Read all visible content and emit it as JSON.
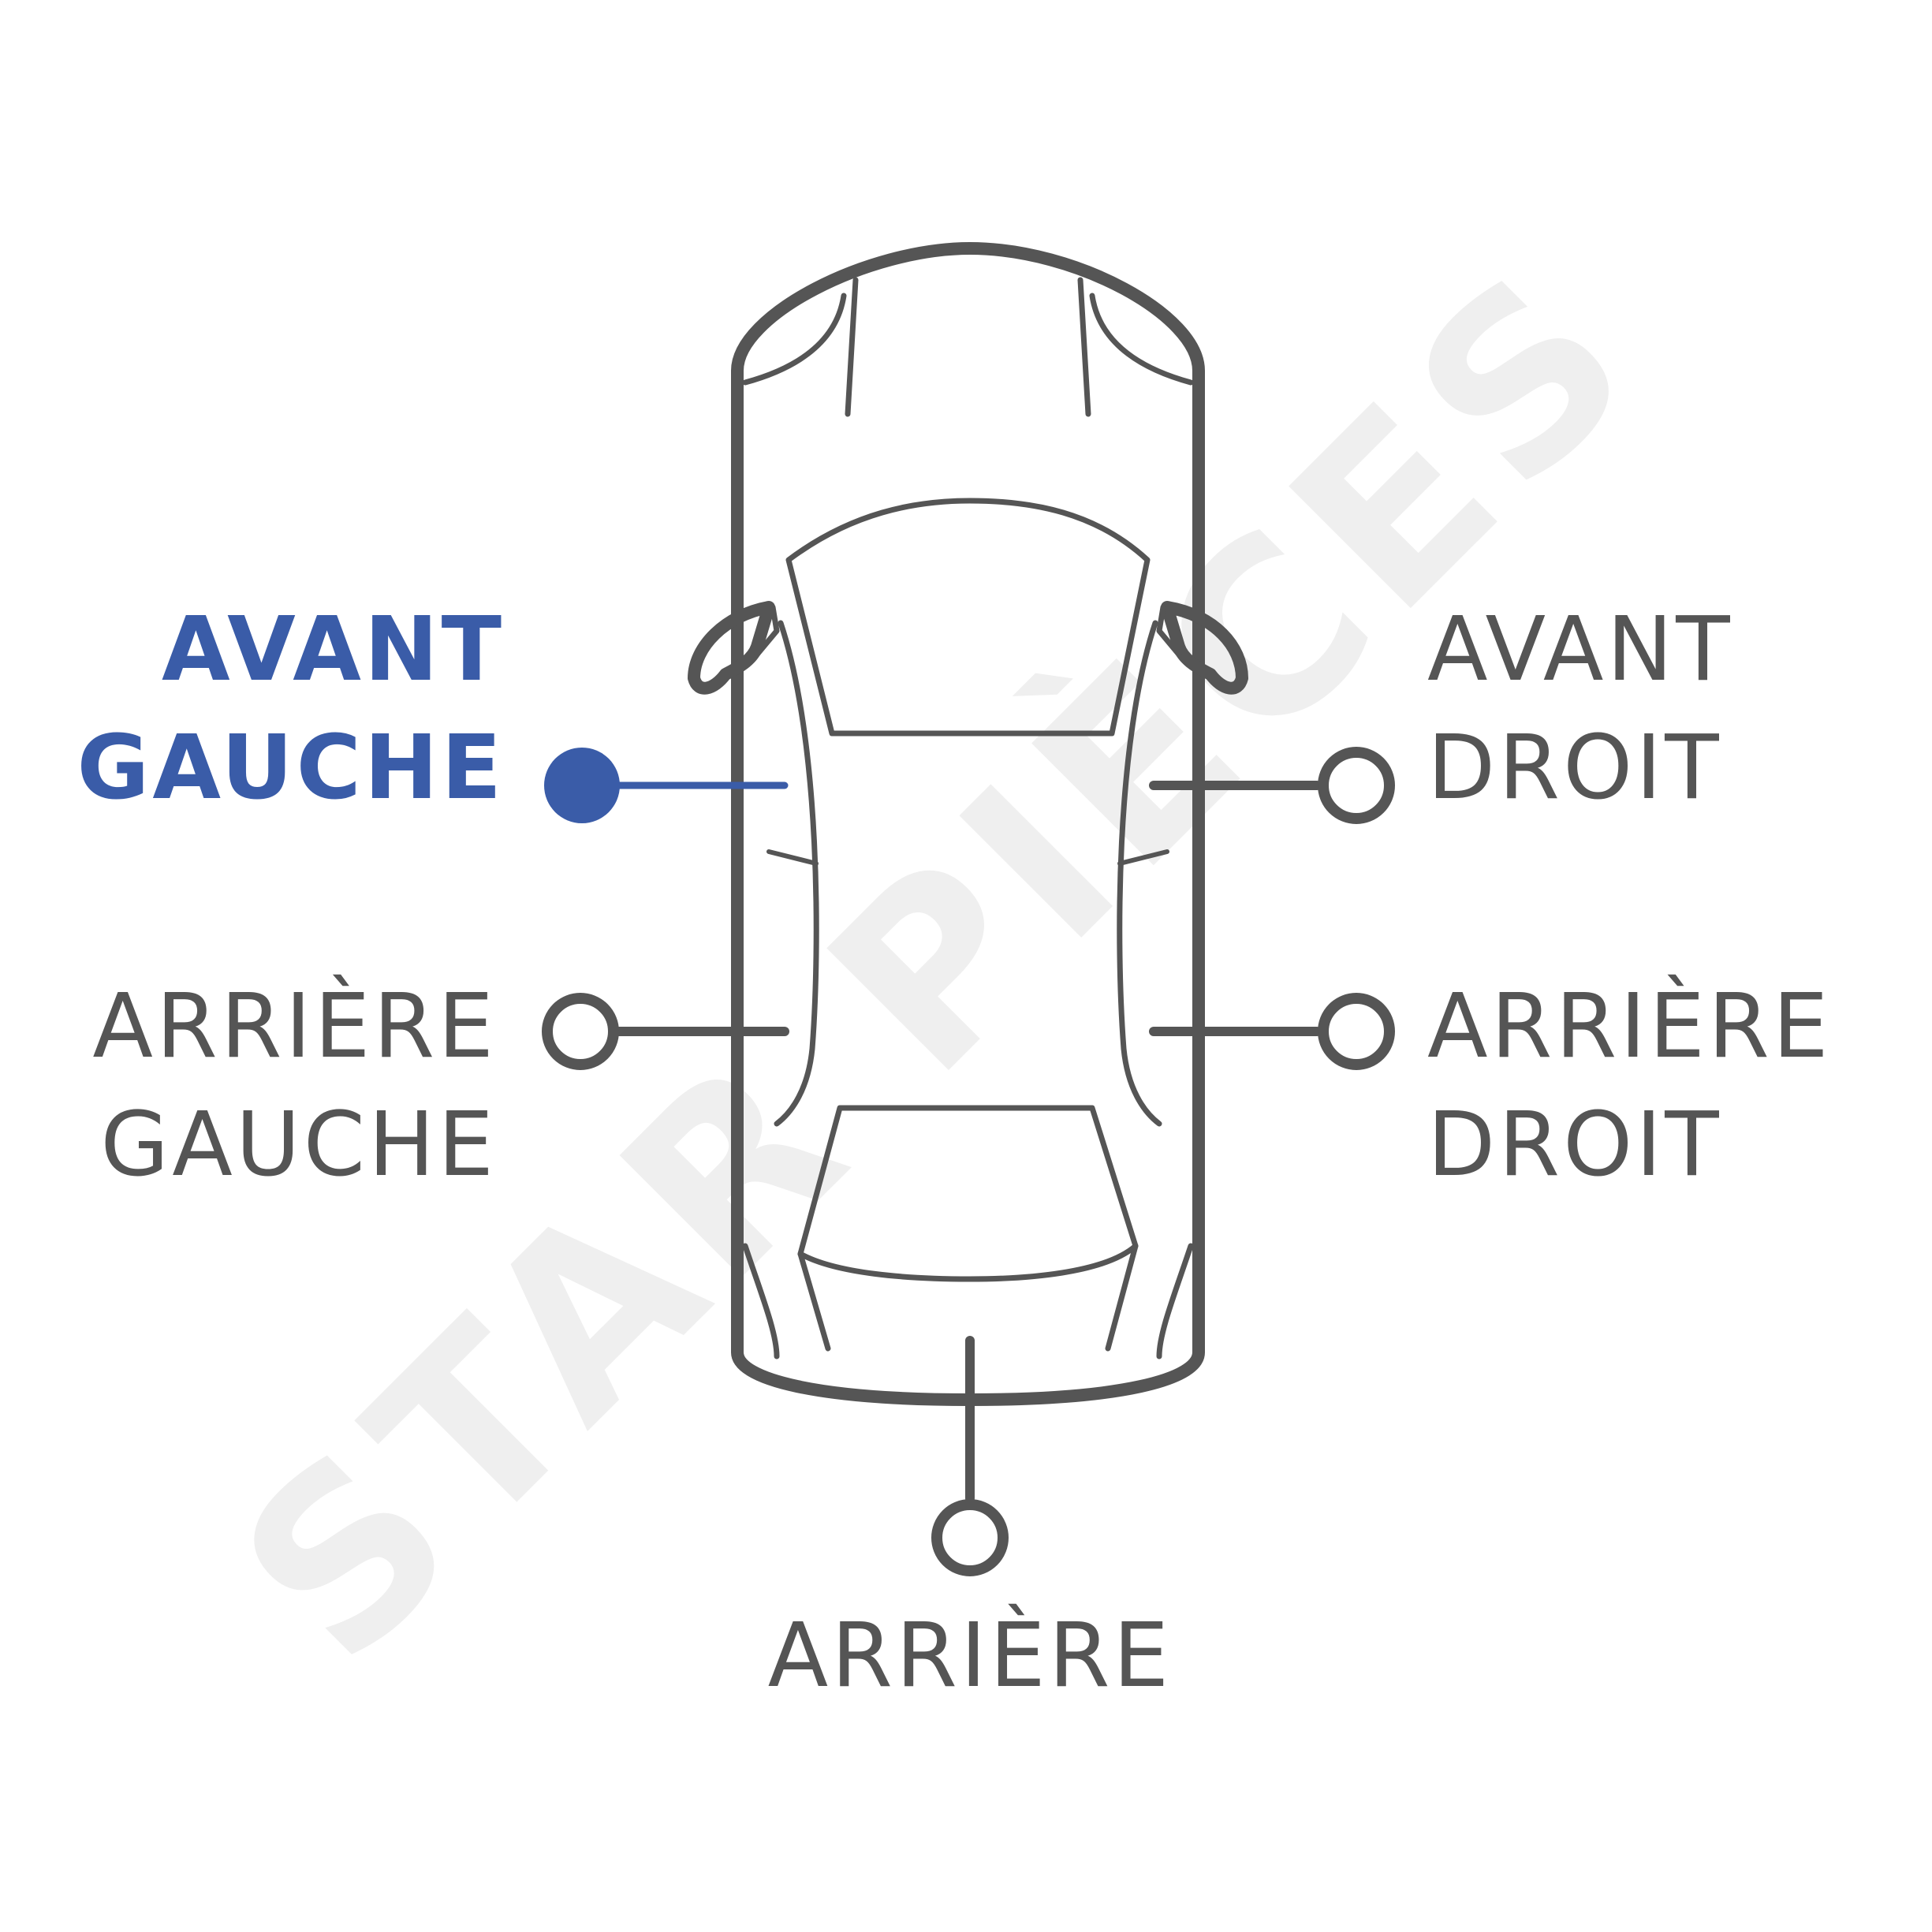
{
  "colors": {
    "background": "#ffffff",
    "car_outline": "#555555",
    "label_default": "#555555",
    "label_selected": "#3a5ca8",
    "watermark": "#efefef"
  },
  "watermark": {
    "text": "STAR PIÈCES"
  },
  "positions": {
    "front_left": {
      "line1": "AVANT",
      "line2": "GAUCHE",
      "selected": true
    },
    "front_right": {
      "line1": "AVANT",
      "line2": "DROIT",
      "selected": false
    },
    "rear_left": {
      "line1": "ARRIÈRE",
      "line2": "GAUCHE",
      "selected": false
    },
    "rear_right": {
      "line1": "ARRIÈRE",
      "line2": "DROIT",
      "selected": false
    },
    "rear": {
      "line1": "ARRIÈRE",
      "selected": false
    }
  }
}
